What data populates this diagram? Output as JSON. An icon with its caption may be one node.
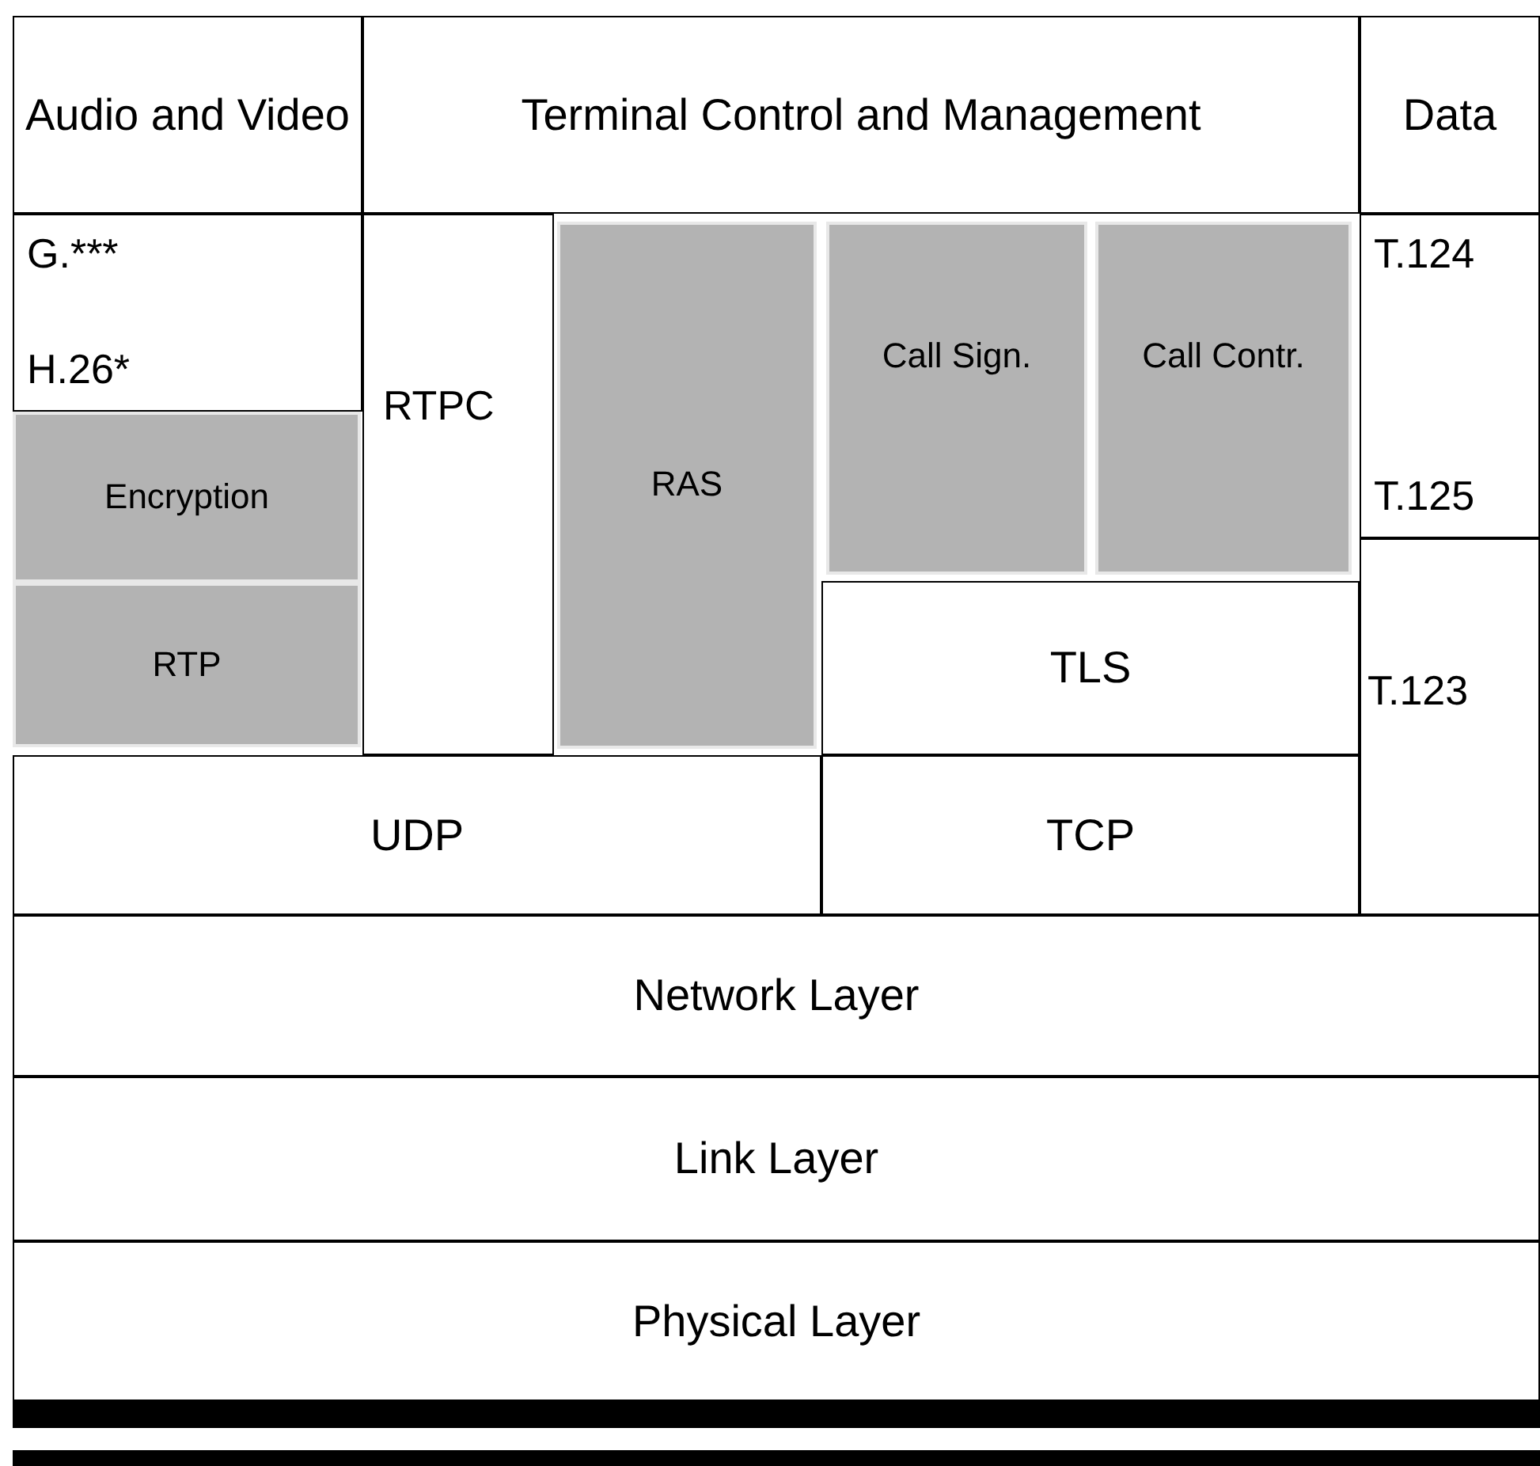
{
  "diagram": {
    "nodes": [
      {
        "text": [
          "Audio and Video"
        ]
      },
      {
        "text": [
          "Terminal Control and Management"
        ]
      },
      {
        "text": [
          "Data"
        ]
      },
      {
        "text": [
          "G.***",
          "H.26*"
        ]
      },
      {
        "text": [
          "RTPC"
        ]
      },
      {
        "text": [
          "RAS"
        ]
      },
      {
        "text": [
          "Call Sign."
        ]
      },
      {
        "text": [
          "Call Contr."
        ]
      },
      {
        "text": [
          "T.124",
          "T.125"
        ]
      },
      {
        "text": [
          "Encryption"
        ]
      },
      {
        "text": [
          "TLS"
        ]
      },
      {
        "text": [
          "RTP"
        ]
      },
      {
        "text": [
          "T.123"
        ]
      },
      {
        "text": [
          "UDP"
        ]
      },
      {
        "text": [
          "TCP"
        ]
      },
      {
        "text": [
          "Network Layer"
        ]
      },
      {
        "text": [
          "Link Layer"
        ]
      },
      {
        "text": [
          "Physical Layer"
        ]
      }
    ]
  }
}
